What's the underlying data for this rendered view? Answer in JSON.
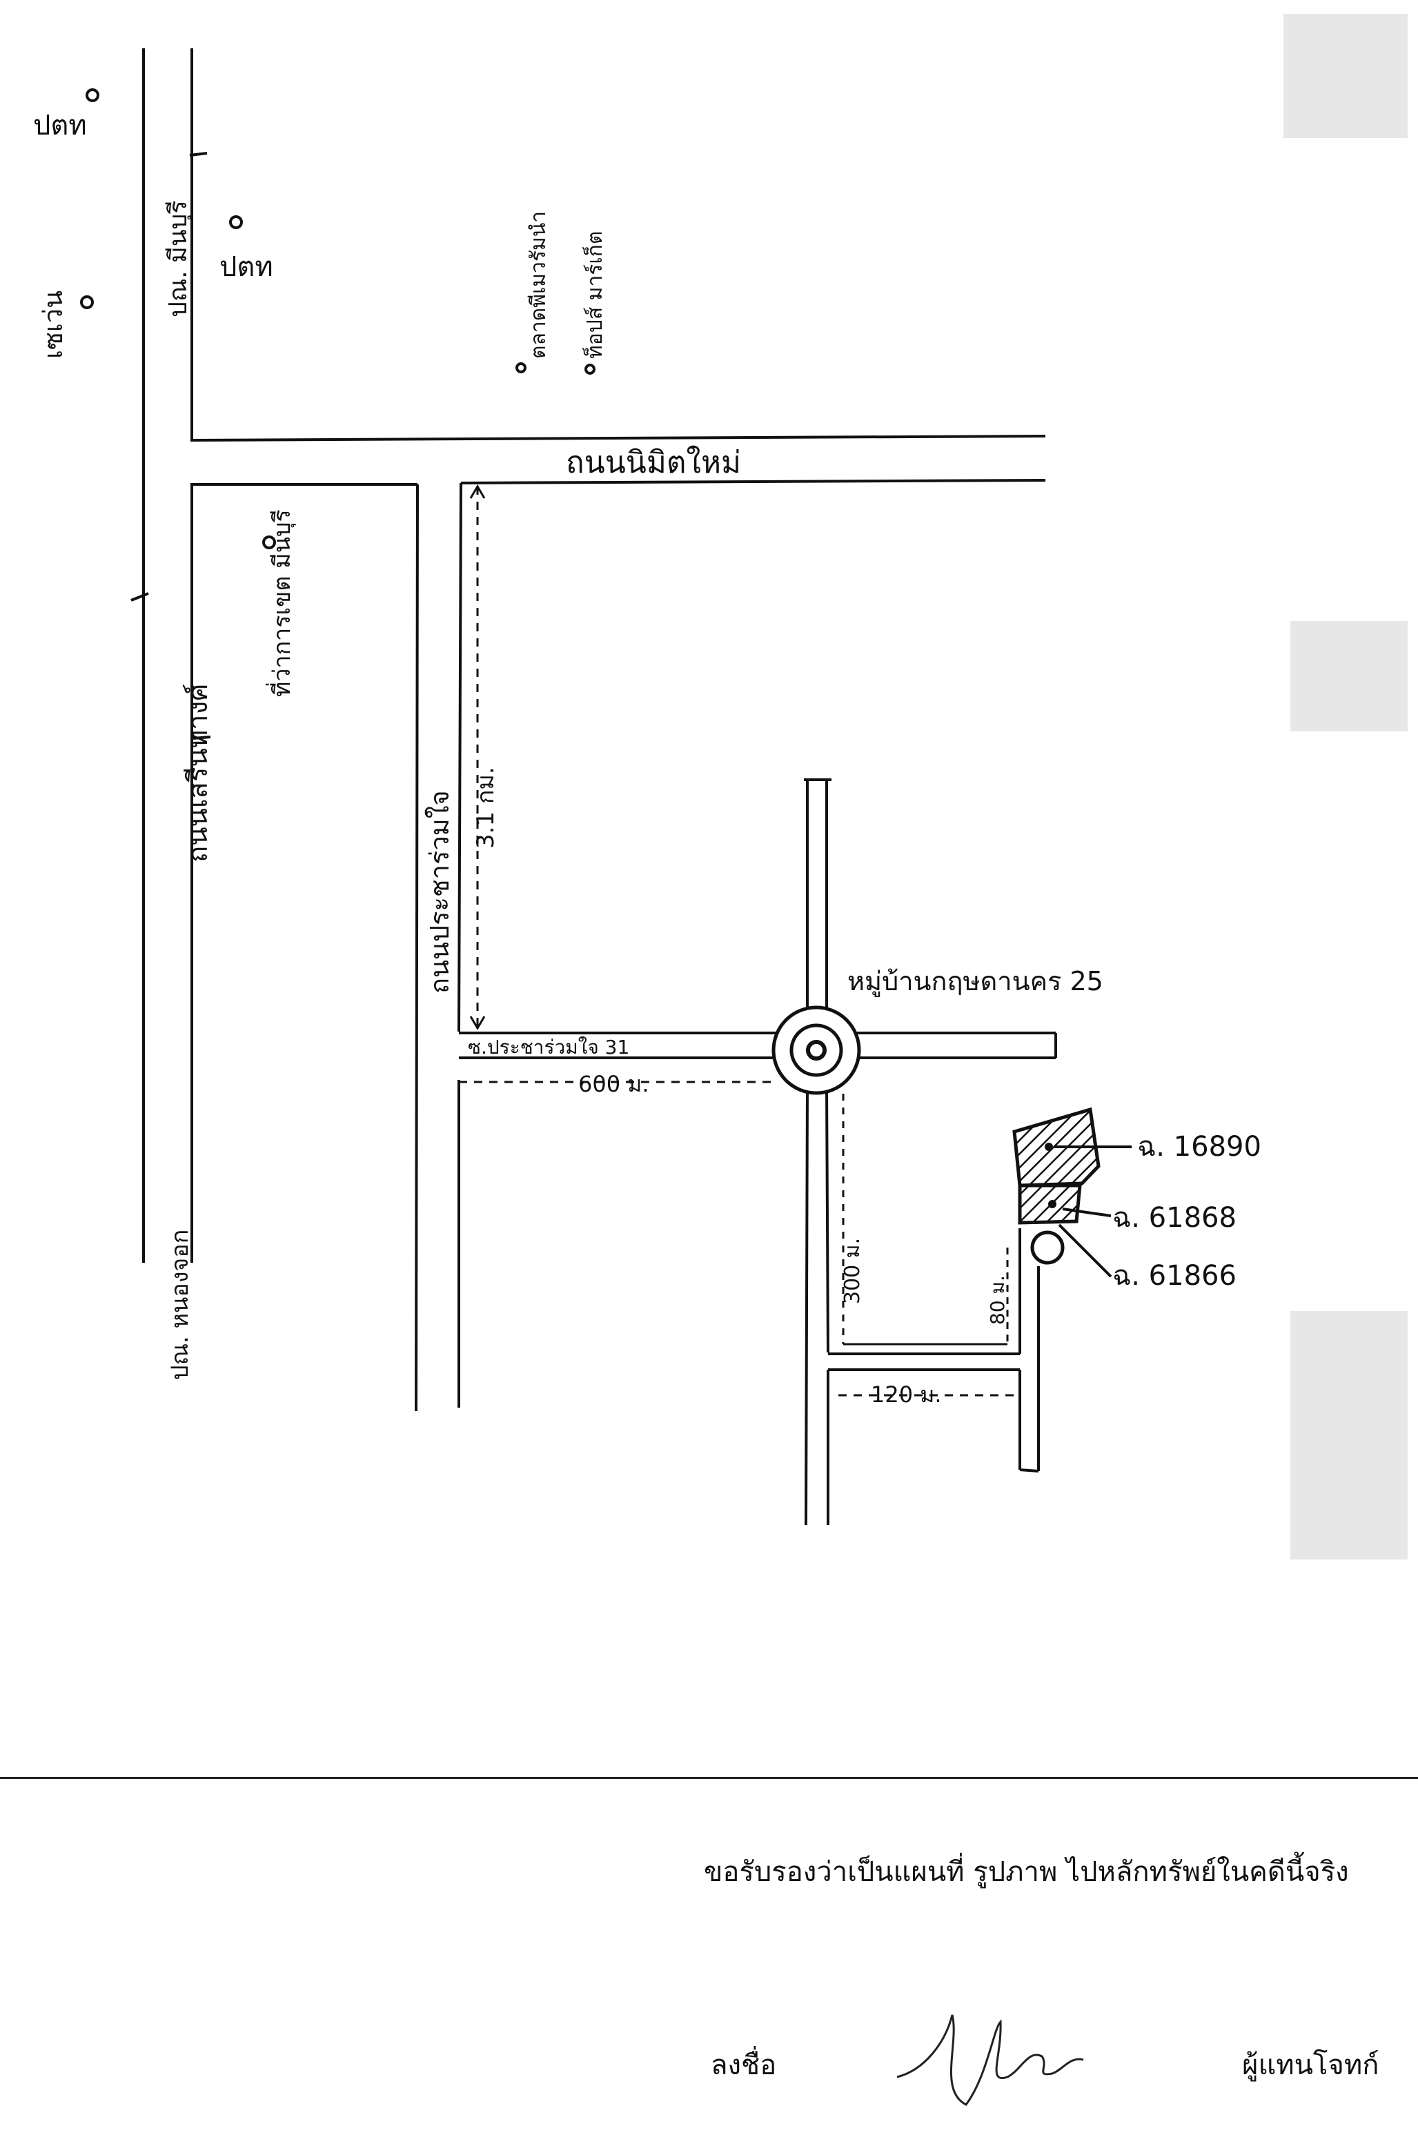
{
  "map": {
    "roads": {
      "sena": "ถนนเสรีนทางศ์",
      "nimit_mai": "ถนนนิมิตใหม่",
      "pracharuammit": "ถนนประชาร่วมใจ",
      "soi_31": "ซ.ประชาร่วมใจ 31"
    },
    "places": {
      "post_office_1": "ปตท",
      "post_office_2": "ปตท",
      "seven_eleven": "เซเว่น",
      "po_minburi": "ปณ. มีนบุรี",
      "po_nongchok": "ปณ. หนองจอก",
      "district_office": "ที่ว่าการเขต มีนบุรี",
      "market": "ตลาดพีเมวรัมนำ",
      "supermarket": "ท็อปส์ มาร์เก็ต",
      "village": "หมู่บ้านกฤษดานคร 25"
    },
    "distances": {
      "d_31km": "3.1 กม.",
      "d_600m": "600 ม.",
      "d_300m": "300 ม.",
      "d_80m": "80 ม.",
      "d_120m": "120 ม."
    },
    "parcels": {
      "p1": "ฉ. 16890",
      "p2": "ฉ. 61868",
      "p3": "ฉ. 61866"
    }
  },
  "footer": {
    "certification": "ขอรับรองว่าเป็นแผนที่ รูปภาพ ไปหลักทรัพย์ในคดีนี้จริง",
    "sign_label": "ลงชื่อ",
    "role": "ผู้แทนโจทก์"
  }
}
